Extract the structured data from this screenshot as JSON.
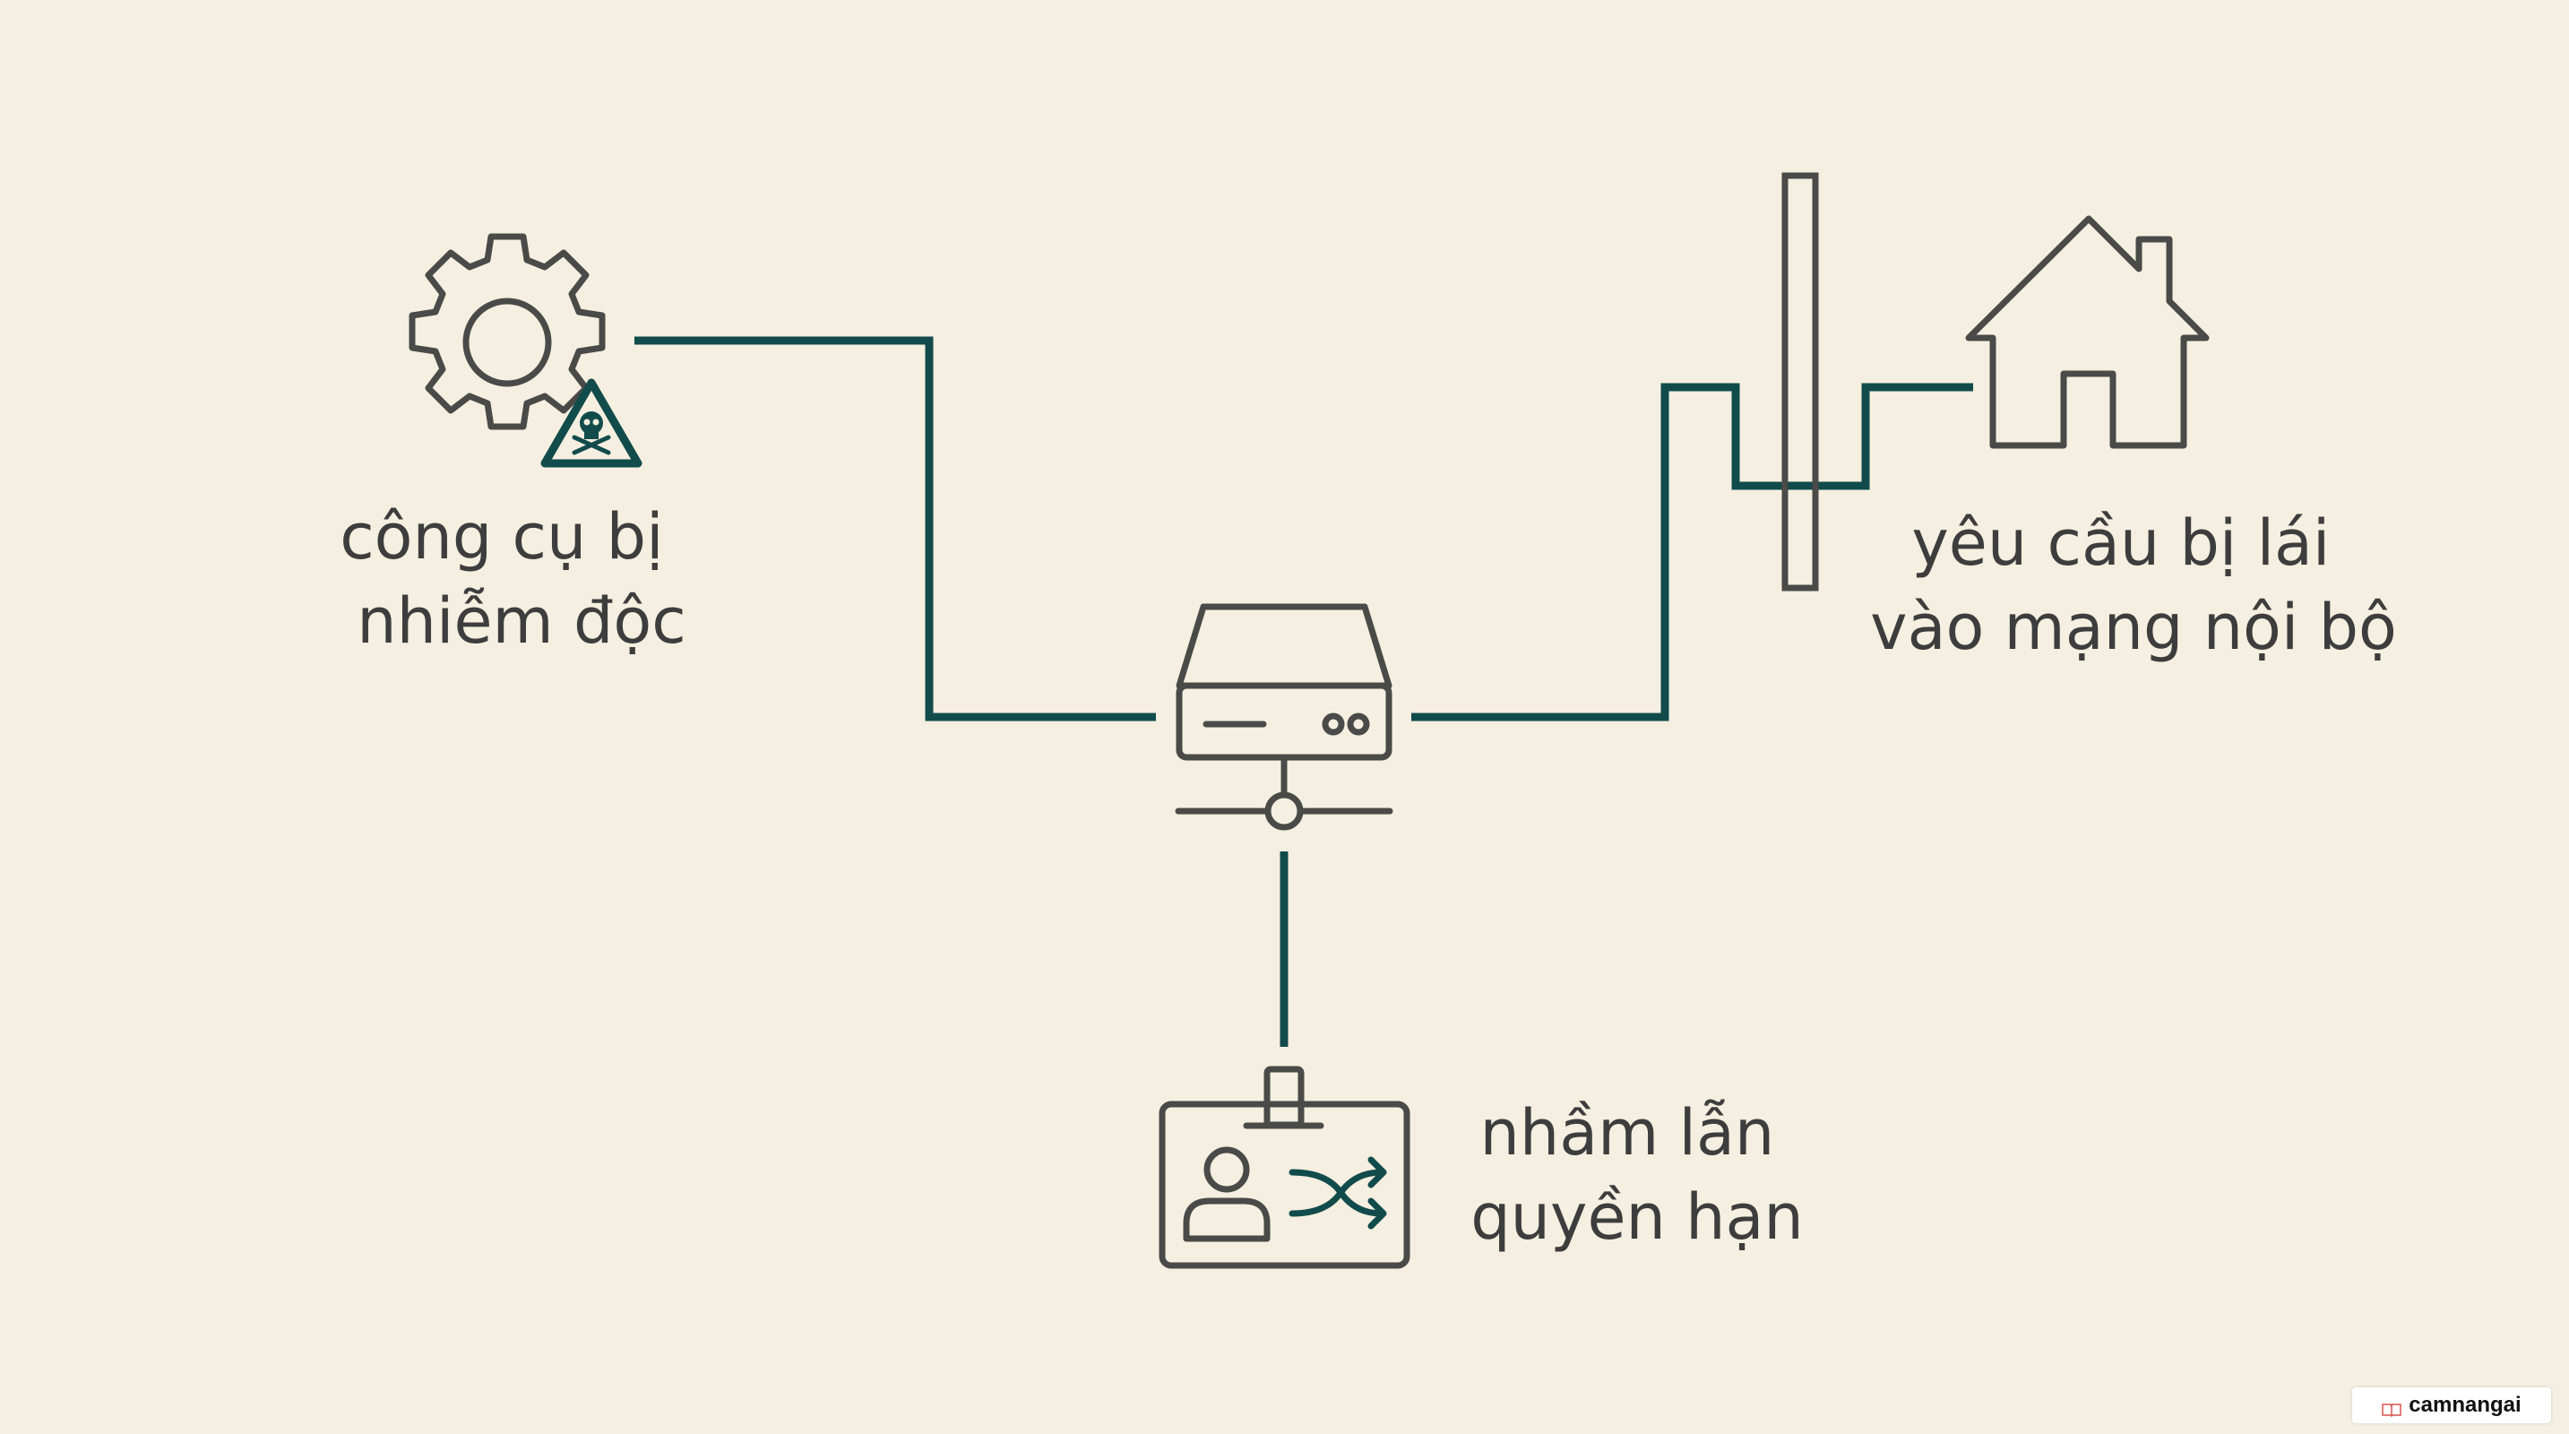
{
  "diagram": {
    "labels": {
      "poisoned_tool": [
        "công cụ bị",
        "nhiễm độc"
      ],
      "hijacked_request": [
        "yêu cầu bị lái",
        "vào mạng nội bộ"
      ],
      "permission_confusion": [
        "nhầm lẫn",
        "quyền hạn"
      ]
    },
    "icons": {
      "poisoned_tool": [
        "gear-icon",
        "skull-warning-icon"
      ],
      "center": "server-icon",
      "hijacked_request": [
        "firewall-wall-icon",
        "house-icon"
      ],
      "permission_confusion": [
        "id-badge-icon",
        "shuffle-icon"
      ]
    },
    "colors": {
      "background": "#f4efe0",
      "connector": "#124b4b",
      "icon": "#4a4a48",
      "text": "#3d3d3d"
    }
  },
  "watermark": {
    "text": "camnangai"
  }
}
